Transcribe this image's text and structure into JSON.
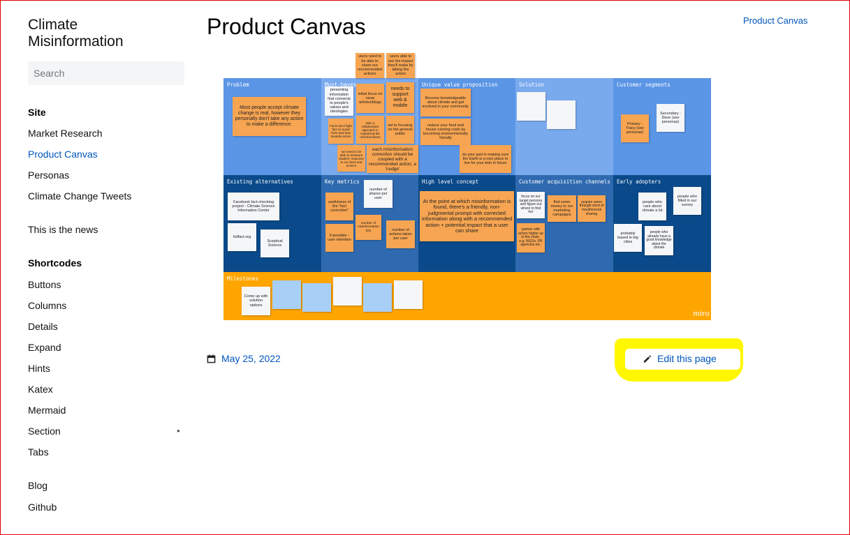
{
  "site": {
    "title_line1": "Climate",
    "title_line2": "Misinformation"
  },
  "search": {
    "placeholder": "Search"
  },
  "nav": {
    "site_heading": "Site",
    "site_items": [
      "Market Research",
      "Product Canvas",
      "Personas",
      "Climate Change Tweets"
    ],
    "news": "This is the news",
    "shortcodes_heading": "Shortcodes",
    "shortcode_items": [
      "Buttons",
      "Columns",
      "Details",
      "Expand",
      "Hints",
      "Katex",
      "Mermaid",
      "Section",
      "Tabs"
    ],
    "extra_items": [
      "Blog",
      "Github"
    ],
    "active": "Product Canvas"
  },
  "page": {
    "title": "Product Canvas",
    "breadcrumb": "Product Canvas"
  },
  "board": {
    "sections": {
      "problem": "Problem",
      "must_haves": "Must-haves",
      "uvp": "Unique value proposition",
      "solution": "Solution",
      "customer_segments": "Customer segments",
      "existing_alternatives": "Existing alternatives",
      "key_metrics": "Key metrics",
      "high_level_concept": "High level concept",
      "channels": "Customer acquisition channels",
      "early_adopters": "Early adopters",
      "milestones": "Milestones"
    },
    "notes": {
      "problem_main": "Most people accept climate change is real, however they personally don't take any action to make a difference.",
      "mh_users_need": "users need to be able to share our recommended actions",
      "mh_users_see": "users able to see the impact they'll make by taking the action",
      "mh_presenting": "presenting information that connects to people's values and ideologies",
      "mh_initial_focus": "initial focus on news articles/blogs",
      "mh_support": "needs to support web & mobile",
      "mh_facts": "Facts don't fight fact so avoid facts and bias towards action",
      "mh_collab": "take a collaborative approach in explaining the misinformation",
      "mh_general": "we're focusing on the general public",
      "mh_measure": "we need to be able to measure readers' response to our facts and actions",
      "mh_each": "each misinformation correction should be coupled with a recommended action, a 'nudge'",
      "uvp_knowledgeable": "Become knowledgeable about climate and get involved in your community",
      "uvp_reduce": "reduce your food and house running costs by becoming environmentally friendly",
      "uvp_do_part": "do your part in making sure the Earth is a nice place to live for your kids in future",
      "cs_primary": "Primary - Tracy (see personas)",
      "cs_secondary": "Secondary - Dave (see personas)",
      "ea_facebook": "Facebook fact-checking project - Climate Science Information Center",
      "ea_fullfact": "fullfact.org",
      "ea_sceptical": "Sceptical Science",
      "km_usefulness": "usefulness of the \"fact correction\"",
      "km_shares": "number of shares per user",
      "km_retention": "if possible - user retention",
      "km_misinfo": "number of misinformation hits",
      "km_actions": "number of actions taken per user",
      "hlc_main": "At the point at which misinformation is found, there's a friendly, non-judgmental prompt with corrected information along with a recommended action + potential impact that a user can share",
      "ch_focus": "focus on our target persona and figure out where to find her",
      "ch_money": "find some money to run marketing campaigns",
      "ch_acquire": "acquire users through word of mouth/social sharing",
      "ch_partner": "partner with actors higher up in the chain, e.g. NGOs, PR agencies etc.",
      "ad_care": "people who care about climate a lot",
      "ad_filled": "people who filled in our survey",
      "ad_big": "probably based in big cities",
      "ad_knowledge": "people who already have a good knowledge about the climate",
      "ms_come_up": "Come up with solution options"
    },
    "watermark": "miro"
  },
  "footer": {
    "date": "May 25, 2022",
    "edit": "Edit this page"
  },
  "colors": {
    "link": "#0055bb",
    "highlight": "#fff700",
    "sticky_orange": "#f7a552",
    "board_dark": "#0b4a8a",
    "board_light": "#5b95e6",
    "milestones": "#ffa500"
  }
}
